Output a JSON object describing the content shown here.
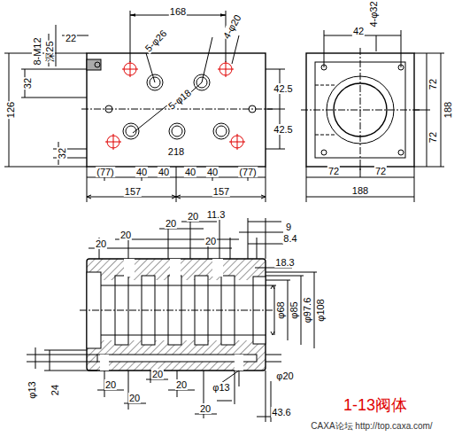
{
  "diagram": {
    "labels": [
      "168",
      "5-φ26",
      "4-φ20",
      "22",
      "8-M12",
      "深25",
      "126",
      "32",
      "42.5",
      "42.5",
      "5-φ18",
      "32",
      "(77)",
      "40",
      "40",
      "40",
      "40",
      "(77)",
      "218",
      "157",
      "157",
      "42",
      "4-φ32",
      "72",
      "72",
      "188",
      "72",
      "72",
      "188",
      "11.3",
      "9",
      "8.4",
      "18.3",
      "20",
      "20",
      "20",
      "20",
      "20",
      "φ68",
      "φ85",
      "φ97.6",
      "φ108",
      "φ13",
      "24",
      "20",
      "20",
      "20",
      "20",
      "20",
      "φ13",
      "φ20",
      "43.6",
      "1-13阀体",
      "CAXA论坛 http://top.caxa.com/"
    ]
  }
}
